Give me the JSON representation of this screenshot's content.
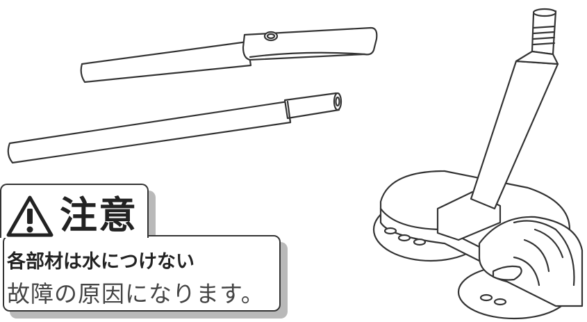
{
  "notice": {
    "title": "注意",
    "heading": "各部材は水につけない",
    "body": "故障の原因になります。"
  },
  "icons": {
    "warning": "warning-triangle-icon"
  }
}
